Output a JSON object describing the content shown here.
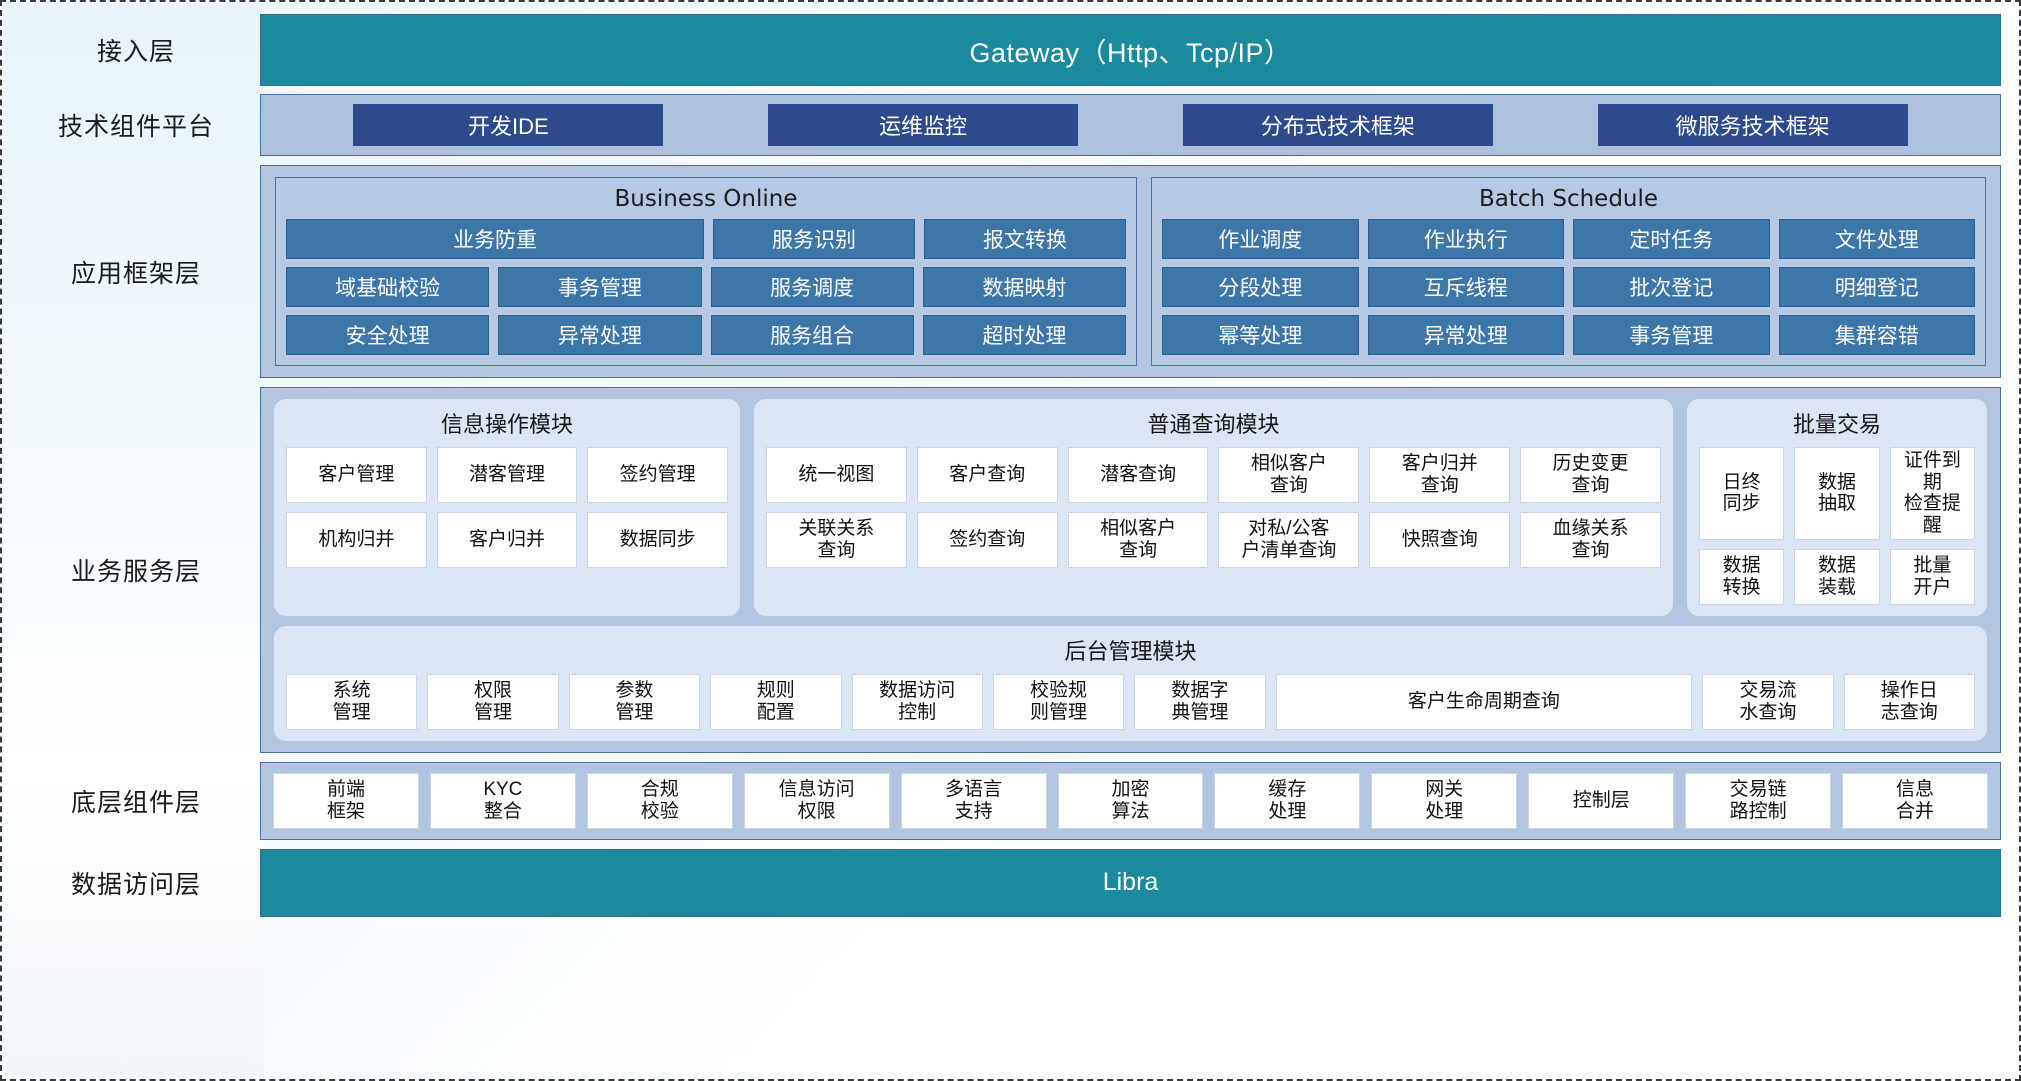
{
  "layers": [
    {
      "key": "access",
      "label": "接入层"
    },
    {
      "key": "tech",
      "label": "技术组件平台"
    },
    {
      "key": "appfw",
      "label": "应用框架层"
    },
    {
      "key": "bizsvc",
      "label": "业务服务层"
    },
    {
      "key": "component",
      "label": "底层组件层"
    },
    {
      "key": "dataacc",
      "label": "数据访问层"
    }
  ],
  "gateway": {
    "title": "Gateway（Http、Tcp/IP）"
  },
  "tech_platform": {
    "items": [
      "开发IDE",
      "运维监控",
      "分布式技术框架",
      "微服务技术框架"
    ]
  },
  "app_framework": {
    "business_online": {
      "title": "Business Online",
      "rows": [
        [
          {
            "label": "业务防重",
            "span": 2
          },
          {
            "label": "服务识别",
            "span": 1
          },
          {
            "label": "报文转换",
            "span": 1
          }
        ],
        [
          {
            "label": "域基础校验",
            "span": 1
          },
          {
            "label": "事务管理",
            "span": 1
          },
          {
            "label": "服务调度",
            "span": 1
          },
          {
            "label": "数据映射",
            "span": 1
          }
        ],
        [
          {
            "label": "安全处理",
            "span": 1
          },
          {
            "label": "异常处理",
            "span": 1
          },
          {
            "label": "服务组合",
            "span": 1
          },
          {
            "label": "超时处理",
            "span": 1
          }
        ]
      ]
    },
    "batch_schedule": {
      "title": "Batch Schedule",
      "rows": [
        [
          {
            "label": "作业调度",
            "span": 1
          },
          {
            "label": "作业执行",
            "span": 1
          },
          {
            "label": "定时任务",
            "span": 1
          },
          {
            "label": "文件处理",
            "span": 1
          }
        ],
        [
          {
            "label": "分段处理",
            "span": 1
          },
          {
            "label": "互斥线程",
            "span": 1
          },
          {
            "label": "批次登记",
            "span": 1
          },
          {
            "label": "明细登记",
            "span": 1
          }
        ],
        [
          {
            "label": "幂等处理",
            "span": 1
          },
          {
            "label": "异常处理",
            "span": 1
          },
          {
            "label": "事务管理",
            "span": 1
          },
          {
            "label": "集群容错",
            "span": 1
          }
        ]
      ]
    }
  },
  "business_service": {
    "info_module": {
      "title": "信息操作模块",
      "rows": [
        [
          {
            "label": "客户管理"
          },
          {
            "label": "潜客管理"
          },
          {
            "label": "签约管理"
          }
        ],
        [
          {
            "label": "机构归并"
          },
          {
            "label": "客户归并"
          },
          {
            "label": "数据同步"
          }
        ]
      ]
    },
    "query_module": {
      "title": "普通查询模块",
      "rows": [
        [
          {
            "label": "统一视图"
          },
          {
            "label": "客户查询"
          },
          {
            "label": "潜客查询"
          },
          {
            "label": "相似客户\n查询"
          },
          {
            "label": "客户归并\n查询"
          },
          {
            "label": "历史变更\n查询"
          }
        ],
        [
          {
            "label": "关联关系\n查询"
          },
          {
            "label": "签约查询"
          },
          {
            "label": "相似客户\n查询"
          },
          {
            "label": "对私/公客\n户清单查询"
          },
          {
            "label": "快照查询"
          },
          {
            "label": "血缘关系\n查询"
          }
        ]
      ]
    },
    "batch_trade_module": {
      "title": "批量交易",
      "rows": [
        [
          {
            "label": "日终\n同步"
          },
          {
            "label": "数据\n抽取"
          },
          {
            "label": "证件到期\n检查提醒"
          }
        ],
        [
          {
            "label": "数据\n转换"
          },
          {
            "label": "数据\n装载"
          },
          {
            "label": "批量\n开户"
          }
        ]
      ]
    },
    "admin_module": {
      "title": "后台管理模块",
      "rows": [
        [
          {
            "label": "系统\n管理",
            "wide": false
          },
          {
            "label": "权限\n管理",
            "wide": false
          },
          {
            "label": "参数\n管理",
            "wide": false
          },
          {
            "label": "规则\n配置",
            "wide": false
          },
          {
            "label": "数据访问\n控制",
            "wide": false
          },
          {
            "label": "校验规\n则管理",
            "wide": false
          },
          {
            "label": "数据字\n典管理",
            "wide": false
          },
          {
            "label": "客户生命周期查询",
            "wide": true
          },
          {
            "label": "交易流\n水查询",
            "wide": false
          },
          {
            "label": "操作日\n志查询",
            "wide": false
          }
        ]
      ]
    }
  },
  "component_layer": {
    "items": [
      {
        "label": "前端\n框架"
      },
      {
        "label": "KYC\n整合"
      },
      {
        "label": "合规\n校验"
      },
      {
        "label": "信息访问\n权限"
      },
      {
        "label": "多语言\n支持"
      },
      {
        "label": "加密\n算法"
      },
      {
        "label": "缓存\n处理"
      },
      {
        "label": "网关\n处理"
      },
      {
        "label": "控制层"
      },
      {
        "label": "交易链\n路控制"
      },
      {
        "label": "信息\n合并"
      }
    ]
  },
  "data_access": {
    "title": "Libra"
  },
  "colors": {
    "teal_bar": "#1c8a9e",
    "band_blue": "#b4c5e0",
    "dark_blue_box": "#2c4a8c",
    "mid_blue_box": "#3d76a8",
    "module_bg": "#dbe5f4",
    "white_cell": "#ffffff",
    "border_blue": "#4c6fa3"
  }
}
